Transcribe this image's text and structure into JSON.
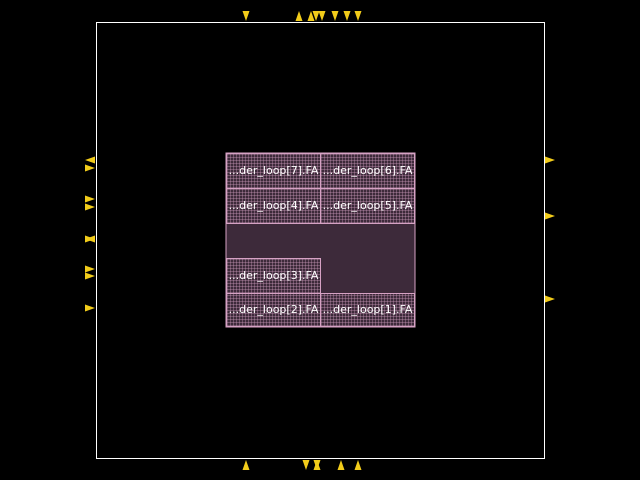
{
  "colors": {
    "background": "#000000",
    "die_outline": "#ffffff",
    "pin": "#f2cc1a",
    "cell_border": "#d6a2c4",
    "cell_fill": "#3d2a3a",
    "cell_text": "#ffffff"
  },
  "icons": {
    "pin": "triangle-pin-icon"
  },
  "cells": [
    {
      "id": "fa-7",
      "label": "...der_loop[7].FA"
    },
    {
      "id": "fa-6",
      "label": "...der_loop[6].FA"
    },
    {
      "id": "fa-4",
      "label": "...der_loop[4].FA"
    },
    {
      "id": "fa-5",
      "label": "...der_loop[5].FA"
    },
    {
      "id": "fa-3",
      "label": "...der_loop[3].FA"
    },
    {
      "id": "fa-2",
      "label": "...der_loop[2].FA"
    },
    {
      "id": "fa-1",
      "label": "...der_loop[1].FA"
    }
  ]
}
